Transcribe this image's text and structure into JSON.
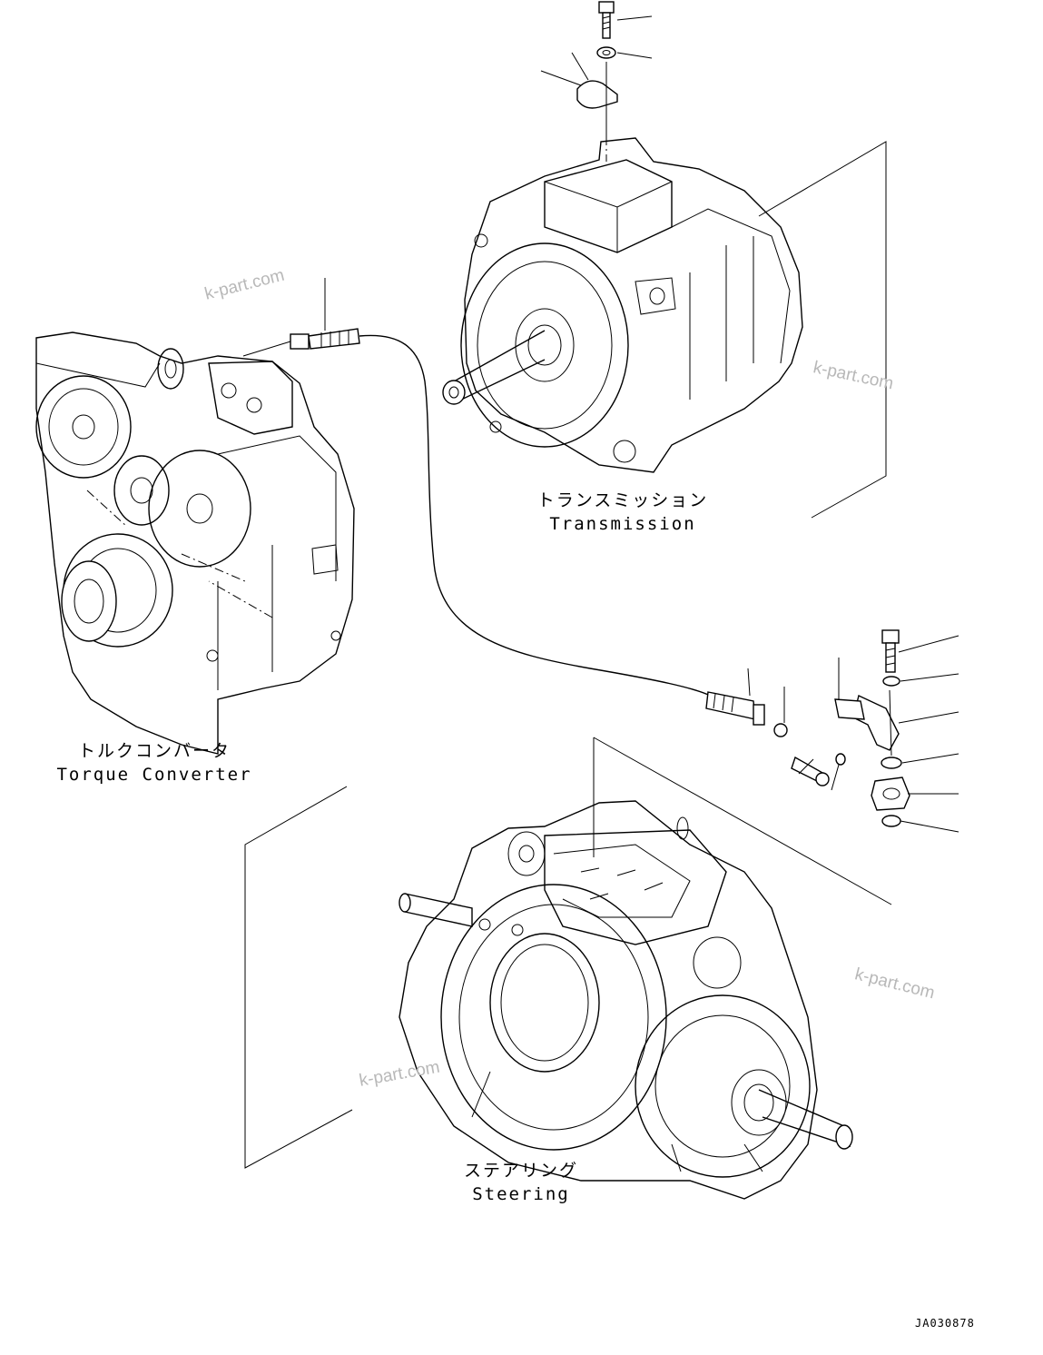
{
  "assemblies": {
    "transmission": {
      "label_ja": "トランスミッション",
      "label_en": "Transmission"
    },
    "torque_converter": {
      "label_ja": "トルクコンバータ",
      "label_en": "Torque Converter"
    },
    "steering": {
      "label_ja": "ステアリング",
      "label_en": "Steering"
    }
  },
  "watermarks": [
    "k-part.com",
    "k-part.com",
    "k-part.com",
    "k-part.com"
  ],
  "drawing_code": "JA030878"
}
